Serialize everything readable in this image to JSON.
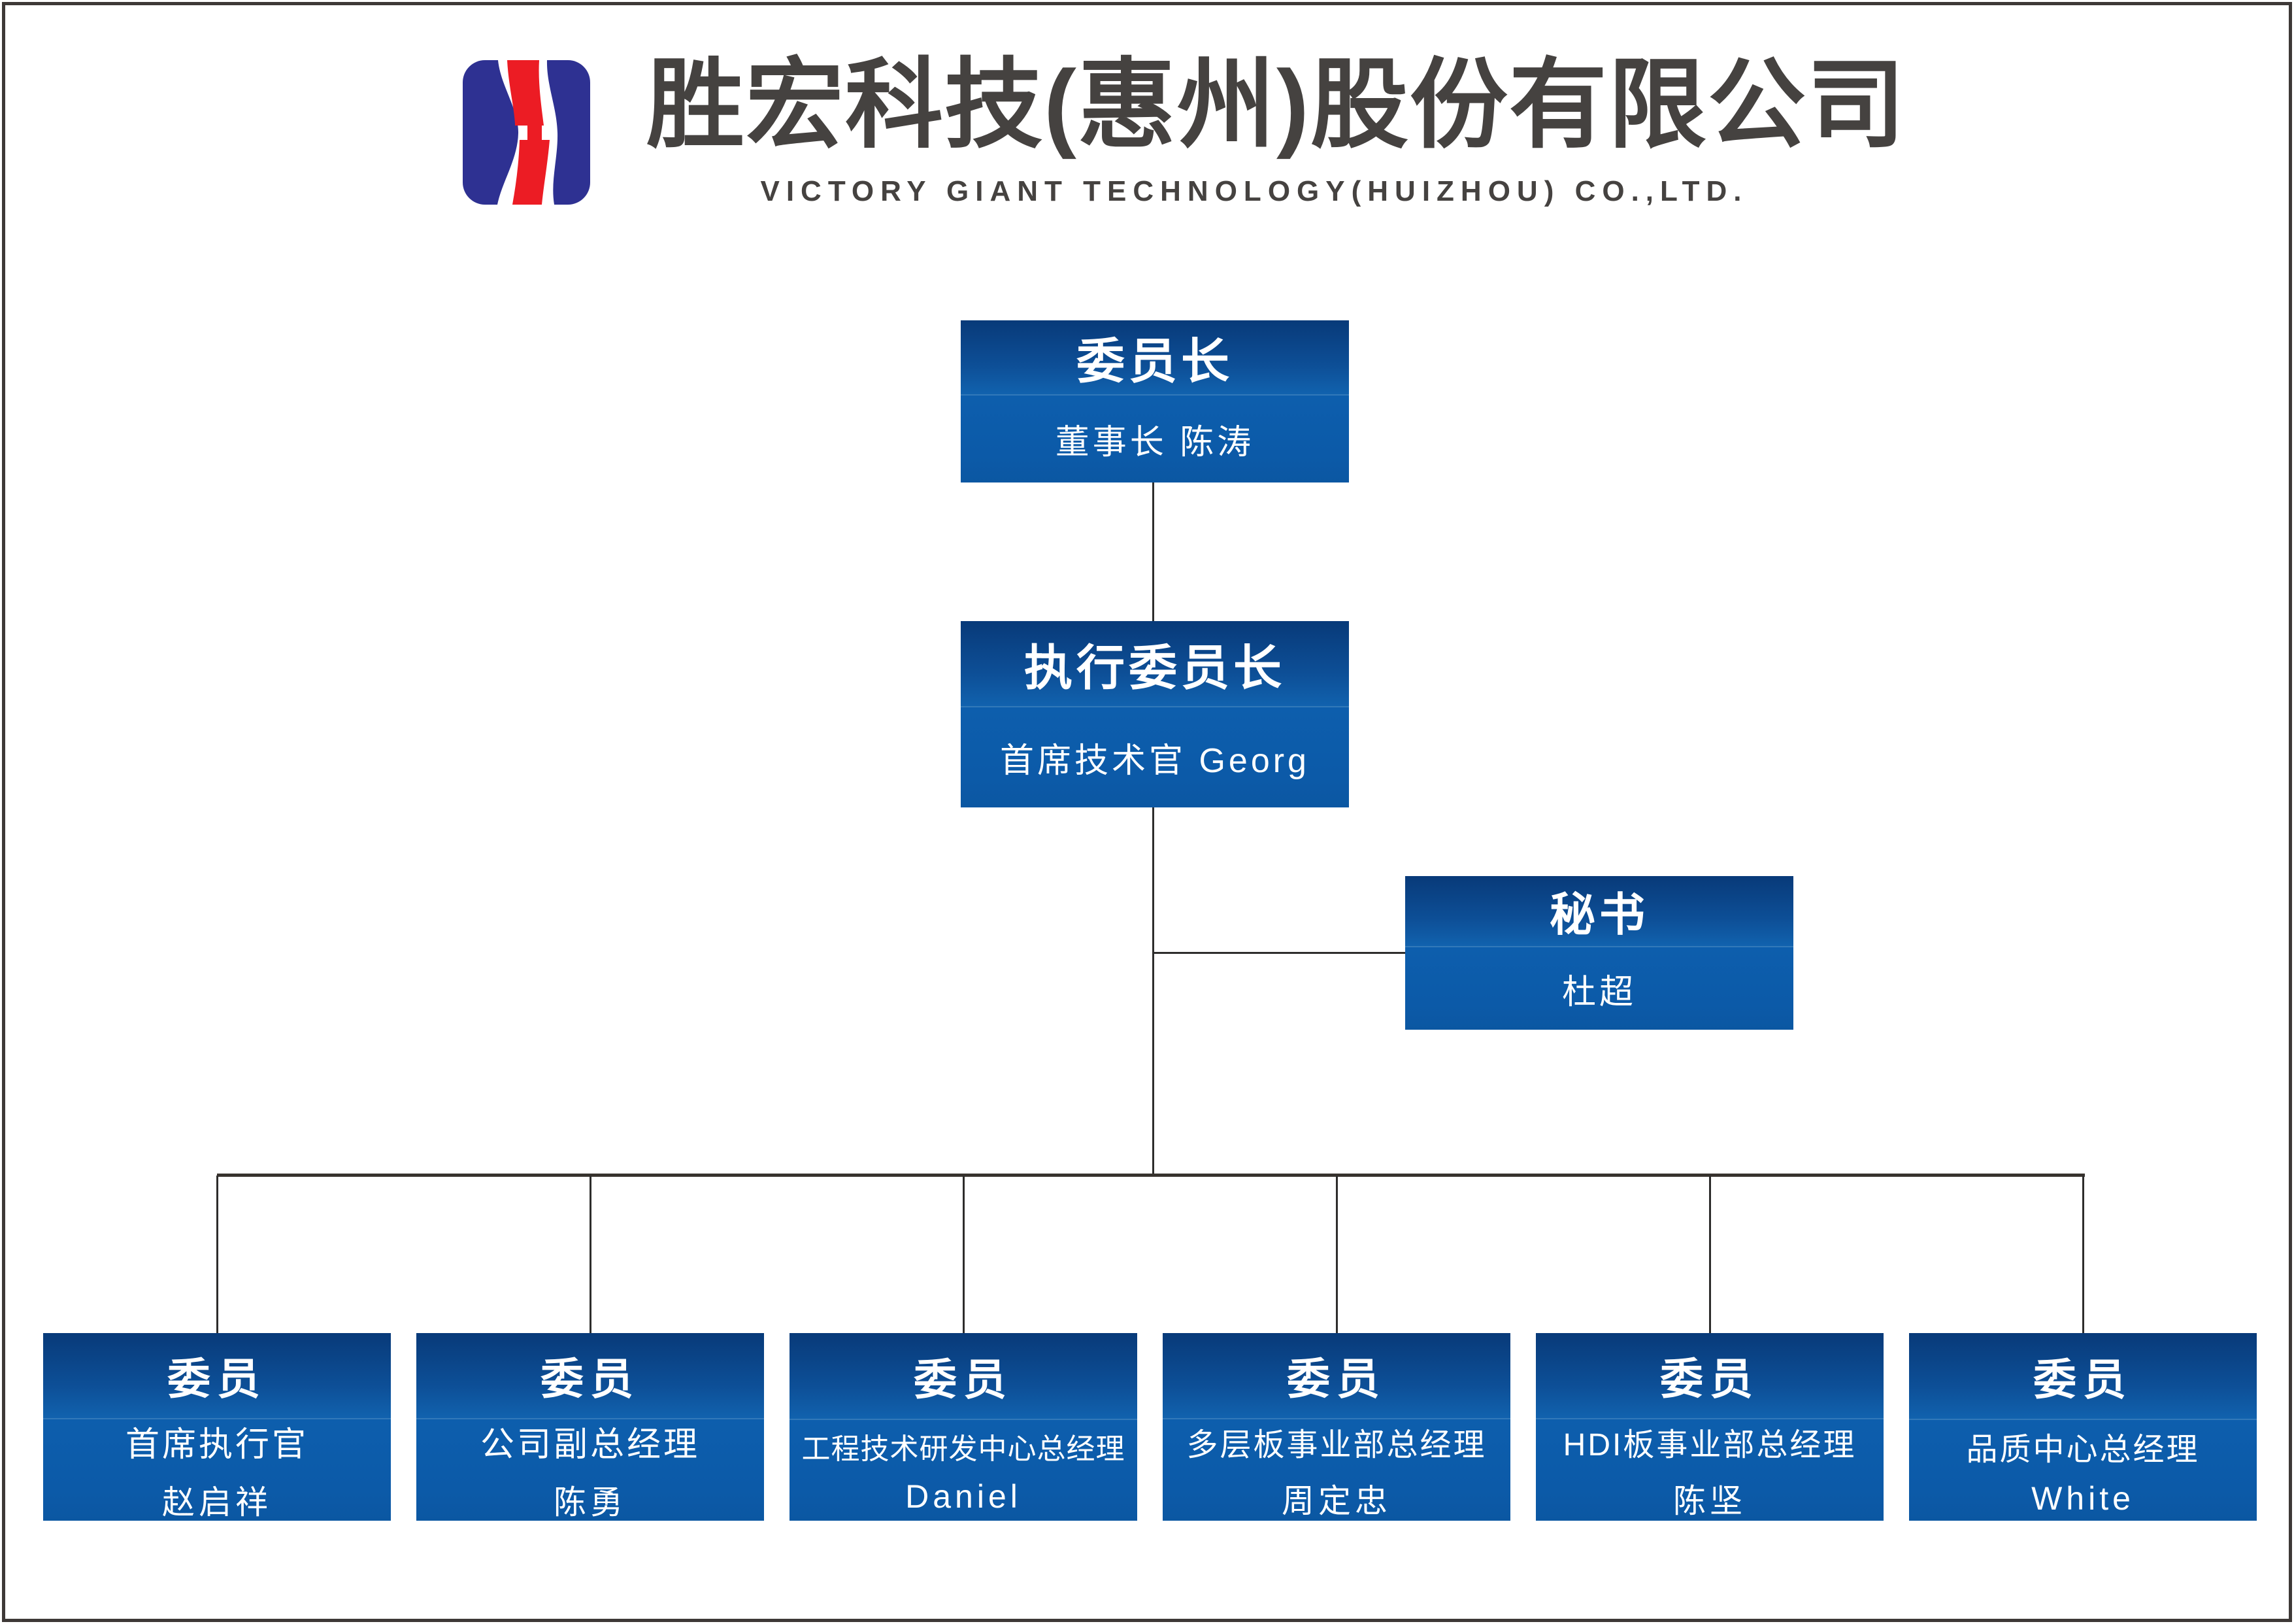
{
  "page": {
    "background": "#ffffff",
    "border_color": "#3e3937"
  },
  "header": {
    "logo": {
      "icon": "victory-giant-logo",
      "blue": "#2e3192",
      "red": "#ec1c24"
    },
    "company_name_zh": "胜宏科技(惠州)股份有限公司",
    "company_name_en": "VICTORY GIANT TECHNOLOGY(HUIZHOU) CO.,LTD.",
    "text_color": "#454240"
  },
  "chart": {
    "type": "org-chart",
    "line_color": "#2e2d2c",
    "box_gradient_top": "#083a79",
    "box_gradient_bottom": "#0d5ead",
    "box_text_color": "#ffffff",
    "nodes": {
      "chairman": {
        "title": "委员长",
        "subtitle": "董事长 陈涛"
      },
      "exec_chairman": {
        "title": "执行委员长",
        "subtitle": "首席技术官 Georg"
      },
      "secretary": {
        "title": "秘书",
        "subtitle": "杜超"
      },
      "members": [
        {
          "title": "委员",
          "role": "首席执行官",
          "name": "赵启祥"
        },
        {
          "title": "委员",
          "role": "公司副总经理",
          "name": "陈勇"
        },
        {
          "title": "委员",
          "role": "工程技术研发中心总经理",
          "name": "Daniel"
        },
        {
          "title": "委员",
          "role": "多层板事业部总经理",
          "name": "周定忠"
        },
        {
          "title": "委员",
          "role": "HDI板事业部总经理",
          "name": "陈坚"
        },
        {
          "title": "委员",
          "role": "品质中心总经理",
          "name": "White"
        }
      ]
    }
  }
}
